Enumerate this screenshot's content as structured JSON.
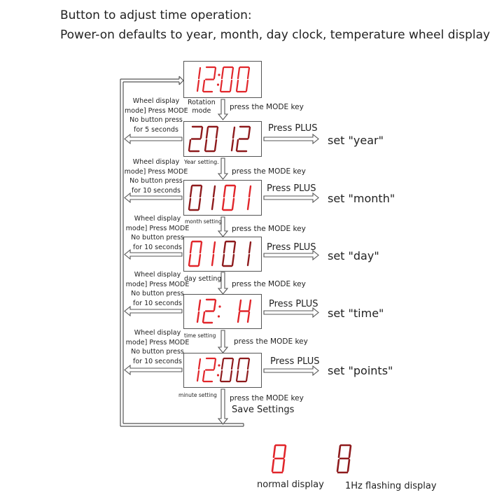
{
  "header": {
    "line1": "Button to adjust time operation:",
    "line2": "Power-on defaults to year, month, day clock, temperature wheel display"
  },
  "colors": {
    "normal_segment": "#e1262b",
    "flashing_segment": "#8e1b1d",
    "line": "#555555"
  },
  "steps": [
    {
      "display": "12:00",
      "caption": "Rotation mode",
      "caption_lines": [
        "Rotation",
        "mode"
      ],
      "mode_arrow_label": "press the MODE key",
      "left_note": [
        "Wheel display",
        "mode] Press MODE",
        "No button press",
        "for 5 seconds"
      ]
    },
    {
      "display": "2012",
      "caption": "Year setting.",
      "plus_label": "Press PLUS",
      "result": "set \"year\"",
      "mode_arrow_label": "press the MODE key",
      "left_note": [
        "Wheel display",
        "mode] Press MODE",
        "No button press",
        "for 10 seconds"
      ]
    },
    {
      "display": "0101",
      "caption": "month setting",
      "plus_label": "Press PLUS",
      "result": "set \"month\"",
      "mode_arrow_label": "press the MODE key",
      "left_note": [
        "Wheel display",
        "mode] Press MODE",
        "No button press",
        "for 10 seconds"
      ]
    },
    {
      "display": "0101",
      "caption": "day setting",
      "plus_label": "Press PLUS",
      "result": "set \"day\"",
      "mode_arrow_label": "press the MODE key",
      "left_note": [
        "Wheel display",
        "mode] Press MODE",
        "No button press",
        "for 10 seconds"
      ]
    },
    {
      "display": "12: H",
      "caption": "time setting",
      "plus_label": "Press PLUS",
      "result": "set \"time\"",
      "mode_arrow_label": "press the MODE key",
      "left_note": [
        "Wheel display",
        "mode] Press MODE",
        "No button press",
        "for 10 seconds"
      ]
    },
    {
      "display": "12:00",
      "caption": "minute setting",
      "plus_label": "Press PLUS",
      "result": "set \"points\"",
      "mode_arrow_label": "press the MODE key",
      "final_label": "Save Settings"
    }
  ],
  "legend": {
    "normal": {
      "digit": "8",
      "label": "normal display"
    },
    "flashing": {
      "digit": "8",
      "label": "1Hz flashing display"
    }
  }
}
